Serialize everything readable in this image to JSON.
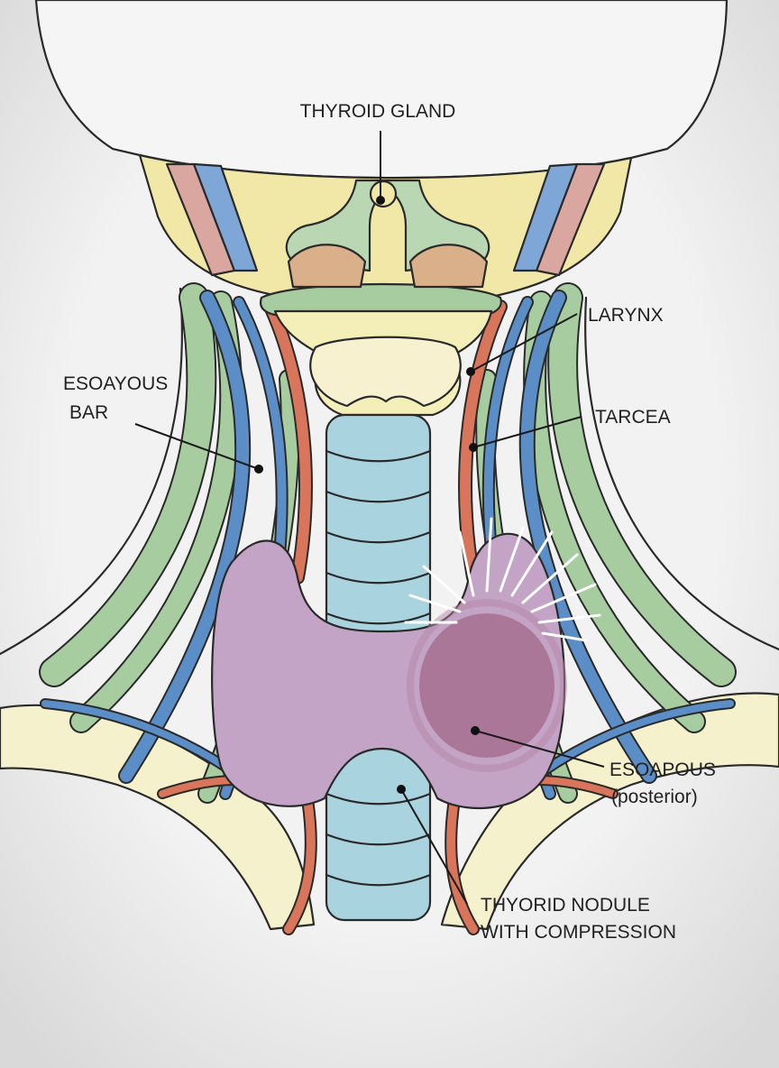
{
  "labels": {
    "thyroid_gland": "THYROID GLAND",
    "larynx": "LARYNX",
    "esoayous_line1": "ESOAYOUS",
    "esoayous_line2": "BAR",
    "tarcea": "TARCEA",
    "esoapous_line1": "ESOAPOUS",
    "esoapous_line2": "(posterior)",
    "nodule_line1": "THYORID NODULE",
    "nodule_line2": "WITH COMPRESSION"
  },
  "colors": {
    "background": "#efefef",
    "skin": "#f3f3f3",
    "bone": "#f1e8a8",
    "trachea": "#a9d3df",
    "artery": "#d9755a",
    "vein": "#5b8ec7",
    "muscle": "#a6cc9f",
    "thyroid": "#c3a3c6",
    "nodule": "#a87292",
    "outline": "#2a2a2a"
  }
}
